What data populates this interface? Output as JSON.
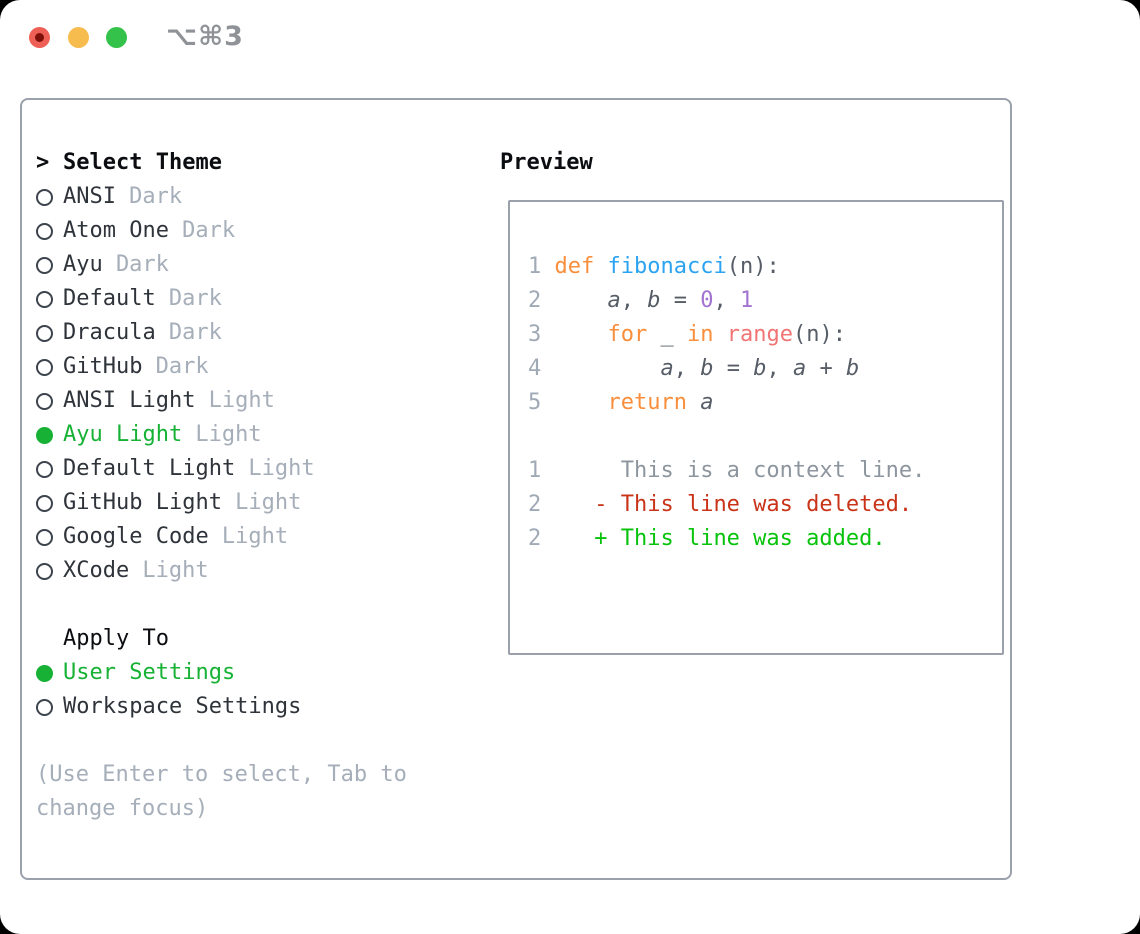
{
  "window": {
    "shortcut": "⌥⌘3",
    "buttons": [
      "close",
      "minimize",
      "zoom"
    ]
  },
  "colors": {
    "traffic-red": "#ee5f55",
    "traffic-red-dot": "#7e100a",
    "traffic-yellow": "#f6bd4e",
    "traffic-green": "#34c24a",
    "titlebar-text": "#8f9398",
    "border": "#9aa1ab",
    "heading": "#0b0d10",
    "text": "#2f343b",
    "muted": "#a5aeb9",
    "radio-ring": "#3d444d",
    "accent-green": "#17b235",
    "gutter": "#a0aab6",
    "code-fg": "#565d66",
    "syn-keyword": "#f98e3c",
    "syn-function": "#2ba3f0",
    "syn-call": "#f17474",
    "syn-number": "#a273cf",
    "diff-context": "#8d959e",
    "diff-deleted": "#c93419",
    "diff-added": "#07c30b"
  },
  "select_theme": {
    "prompt": ">",
    "title": "Select Theme",
    "items": [
      {
        "name": "ANSI",
        "variant": "Dark",
        "selected": false
      },
      {
        "name": "Atom One",
        "variant": "Dark",
        "selected": false
      },
      {
        "name": "Ayu",
        "variant": "Dark",
        "selected": false
      },
      {
        "name": "Default",
        "variant": "Dark",
        "selected": false
      },
      {
        "name": "Dracula",
        "variant": "Dark",
        "selected": false
      },
      {
        "name": "GitHub",
        "variant": "Dark",
        "selected": false
      },
      {
        "name": "ANSI Light",
        "variant": "Light",
        "selected": false
      },
      {
        "name": "Ayu Light",
        "variant": "Light",
        "selected": true
      },
      {
        "name": "Default Light",
        "variant": "Light",
        "selected": false
      },
      {
        "name": "GitHub Light",
        "variant": "Light",
        "selected": false
      },
      {
        "name": "Google Code",
        "variant": "Light",
        "selected": false
      },
      {
        "name": "XCode",
        "variant": "Light",
        "selected": false
      }
    ]
  },
  "apply_to": {
    "title": "Apply To",
    "options": [
      {
        "label": "User Settings",
        "selected": true
      },
      {
        "label": "Workspace Settings",
        "selected": false
      }
    ]
  },
  "hint": "(Use Enter to select, Tab to change focus)",
  "preview": {
    "title": "Preview",
    "lines": [
      {
        "tokens": [
          {
            "type": "gutter",
            "text": "1 "
          },
          {
            "type": "keyword",
            "text": "def"
          },
          {
            "type": "plain",
            "text": " "
          },
          {
            "type": "function",
            "text": "fibonacci"
          },
          {
            "type": "plain",
            "text": "(n):"
          }
        ]
      },
      {
        "tokens": [
          {
            "type": "gutter",
            "text": "2 "
          },
          {
            "type": "plain",
            "text": "    "
          },
          {
            "type": "variable",
            "text": "a"
          },
          {
            "type": "plain",
            "text": ", "
          },
          {
            "type": "variable",
            "text": "b"
          },
          {
            "type": "plain",
            "text": " = "
          },
          {
            "type": "number",
            "text": "0"
          },
          {
            "type": "plain",
            "text": ", "
          },
          {
            "type": "number",
            "text": "1"
          }
        ]
      },
      {
        "tokens": [
          {
            "type": "gutter",
            "text": "3 "
          },
          {
            "type": "plain",
            "text": "    "
          },
          {
            "type": "keyword",
            "text": "for"
          },
          {
            "type": "plain",
            "text": " _ "
          },
          {
            "type": "keyword",
            "text": "in"
          },
          {
            "type": "plain",
            "text": " "
          },
          {
            "type": "call",
            "text": "range"
          },
          {
            "type": "plain",
            "text": "(n):"
          }
        ]
      },
      {
        "tokens": [
          {
            "type": "gutter",
            "text": "4 "
          },
          {
            "type": "plain",
            "text": "        "
          },
          {
            "type": "variable",
            "text": "a"
          },
          {
            "type": "plain",
            "text": ", "
          },
          {
            "type": "variable",
            "text": "b"
          },
          {
            "type": "plain",
            "text": " = "
          },
          {
            "type": "variable",
            "text": "b"
          },
          {
            "type": "plain",
            "text": ", "
          },
          {
            "type": "variable",
            "text": "a"
          },
          {
            "type": "plain",
            "text": " + "
          },
          {
            "type": "variable",
            "text": "b"
          }
        ]
      },
      {
        "tokens": [
          {
            "type": "gutter",
            "text": "5 "
          },
          {
            "type": "plain",
            "text": "    "
          },
          {
            "type": "keyword",
            "text": "return"
          },
          {
            "type": "plain",
            "text": " "
          },
          {
            "type": "variable",
            "text": "a"
          }
        ]
      },
      {
        "tokens": []
      },
      {
        "tokens": [
          {
            "type": "gutter",
            "text": "1 "
          },
          {
            "type": "context",
            "text": "     This is a context line."
          }
        ]
      },
      {
        "tokens": [
          {
            "type": "gutter",
            "text": "2 "
          },
          {
            "type": "deleted",
            "text": "   - This line was deleted."
          }
        ]
      },
      {
        "tokens": [
          {
            "type": "gutter",
            "text": "2 "
          },
          {
            "type": "added",
            "text": "   + This line was added."
          }
        ]
      }
    ]
  }
}
